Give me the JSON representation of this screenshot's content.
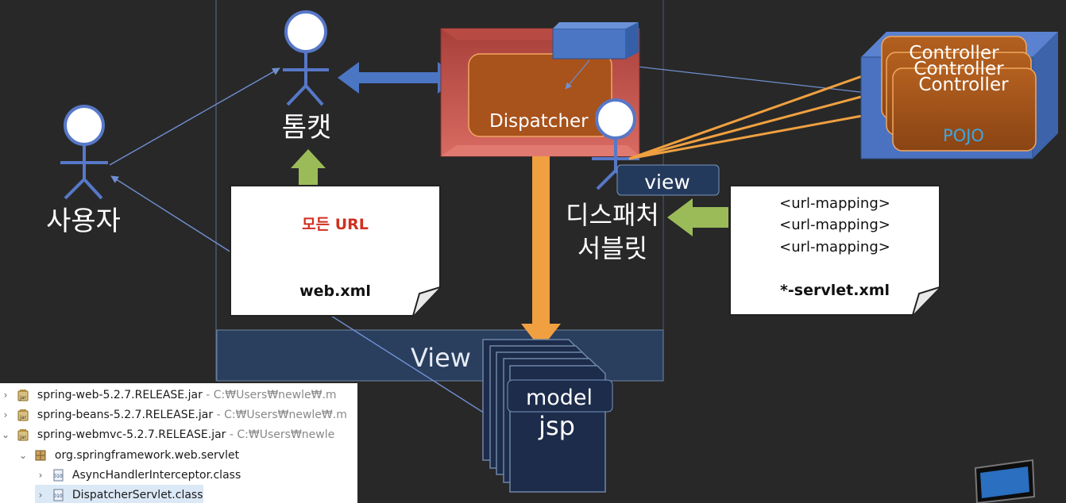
{
  "diagram": {
    "user_label": "사용자",
    "tomcat_label": "톰캣",
    "dispatcher_label": "Dispatcher",
    "dispatcher_servlet_label_line1": "디스패처",
    "dispatcher_servlet_label_line2": "서블릿",
    "view_tag": "view",
    "view_band_label": "View",
    "model_label": "model",
    "jsp_label": "jsp",
    "pojo_label": "POJO",
    "controllers": [
      "Controller",
      "Controller",
      "Controller"
    ],
    "web_xml_note": {
      "content": "모든 URL",
      "filename": "web.xml"
    },
    "servlet_xml_note": {
      "lines": [
        "<url-mapping>",
        "<url-mapping>",
        "<url-mapping>"
      ],
      "filename": "*-servlet.xml"
    },
    "colors": {
      "background": "#282828",
      "tomcat_accent": "#4a76c4",
      "dispatcher_red": "#c0504d",
      "controller_orange": "#a8521c",
      "arrow_orange": "#f0a040",
      "arrow_green": "#9bbb59",
      "note_red_text": "#d03020"
    }
  },
  "tree": {
    "items": [
      {
        "chevron": "›",
        "name": "spring-web-5.2.7.RELEASE.jar",
        "path": " - C:₩Users₩newle₩.m"
      },
      {
        "chevron": "›",
        "name": "spring-beans-5.2.7.RELEASE.jar",
        "path": " - C:₩Users₩newle₩.m"
      },
      {
        "chevron": "⌄",
        "name": "spring-webmvc-5.2.7.RELEASE.jar",
        "path": " - C:₩Users₩newle"
      },
      {
        "chevron": "⌄",
        "name": "org.springframework.web.servlet",
        "path": ""
      },
      {
        "chevron": "›",
        "name": "AsyncHandlerInterceptor.class",
        "path": ""
      },
      {
        "chevron": "›",
        "name": "DispatcherServlet.class",
        "path": ""
      }
    ]
  }
}
